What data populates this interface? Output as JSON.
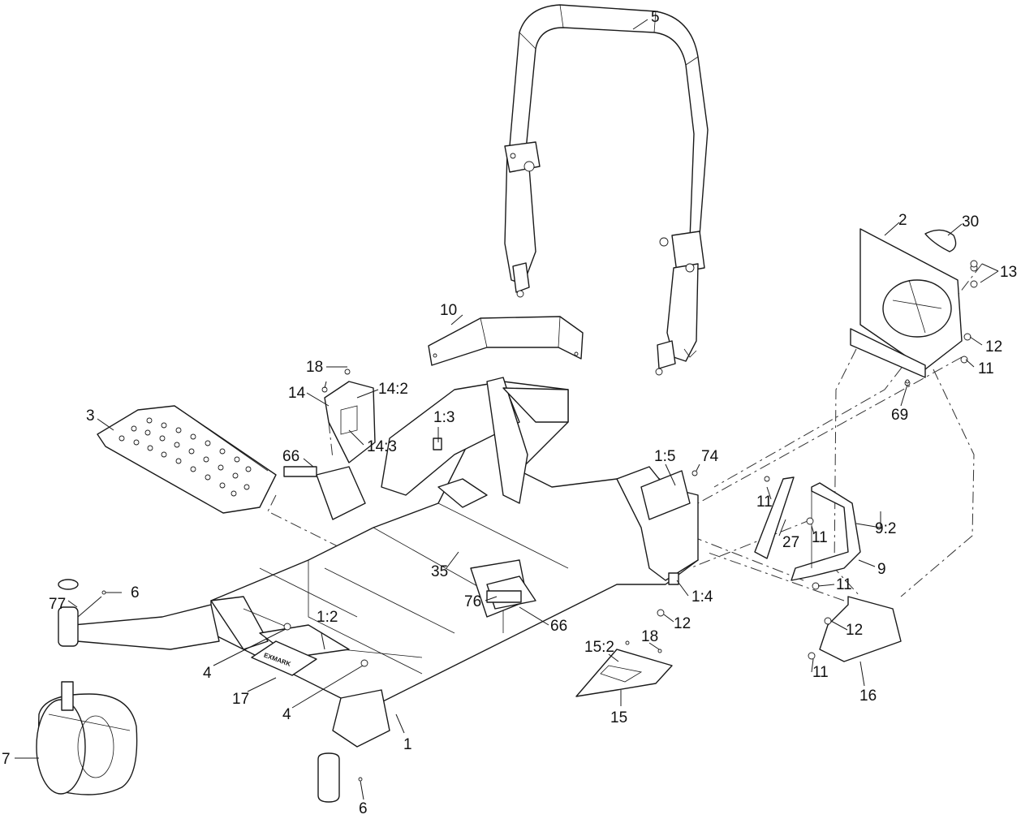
{
  "diagram": {
    "callouts": [
      {
        "id": "c5",
        "text": "5"
      },
      {
        "id": "c2",
        "text": "2"
      },
      {
        "id": "c30",
        "text": "30"
      },
      {
        "id": "c13",
        "text": "13"
      },
      {
        "id": "c12a",
        "text": "12"
      },
      {
        "id": "c11a",
        "text": "11"
      },
      {
        "id": "c69",
        "text": "69"
      },
      {
        "id": "c10",
        "text": "10"
      },
      {
        "id": "c18a",
        "text": "18"
      },
      {
        "id": "c14",
        "text": "14"
      },
      {
        "id": "c14_2",
        "text": "14:2"
      },
      {
        "id": "c14_3",
        "text": "14:3"
      },
      {
        "id": "c1_3",
        "text": "1:3"
      },
      {
        "id": "c3",
        "text": "3"
      },
      {
        "id": "c66a",
        "text": "66"
      },
      {
        "id": "c1_5",
        "text": "1:5"
      },
      {
        "id": "c74",
        "text": "74"
      },
      {
        "id": "c11b",
        "text": "11"
      },
      {
        "id": "c11c",
        "text": "11"
      },
      {
        "id": "c27",
        "text": "27"
      },
      {
        "id": "c9_2",
        "text": "9:2"
      },
      {
        "id": "c9",
        "text": "9"
      },
      {
        "id": "c35",
        "text": "35"
      },
      {
        "id": "c6a",
        "text": "6"
      },
      {
        "id": "c77",
        "text": "77"
      },
      {
        "id": "c76",
        "text": "76"
      },
      {
        "id": "c66b",
        "text": "66"
      },
      {
        "id": "c1_4",
        "text": "1:4"
      },
      {
        "id": "c12b",
        "text": "12"
      },
      {
        "id": "c11d",
        "text": "11"
      },
      {
        "id": "c12c",
        "text": "12"
      },
      {
        "id": "c1_2",
        "text": "1:2"
      },
      {
        "id": "c4a",
        "text": "4"
      },
      {
        "id": "c17",
        "text": "17"
      },
      {
        "id": "c4b",
        "text": "4"
      },
      {
        "id": "c15_2",
        "text": "15:2"
      },
      {
        "id": "c18b",
        "text": "18"
      },
      {
        "id": "c11e",
        "text": "11"
      },
      {
        "id": "c16",
        "text": "16"
      },
      {
        "id": "c15",
        "text": "15"
      },
      {
        "id": "c1",
        "text": "1"
      },
      {
        "id": "c7",
        "text": "7"
      },
      {
        "id": "c6b",
        "text": "6"
      }
    ],
    "decal_text": {
      "logo": "EXMARK"
    }
  }
}
